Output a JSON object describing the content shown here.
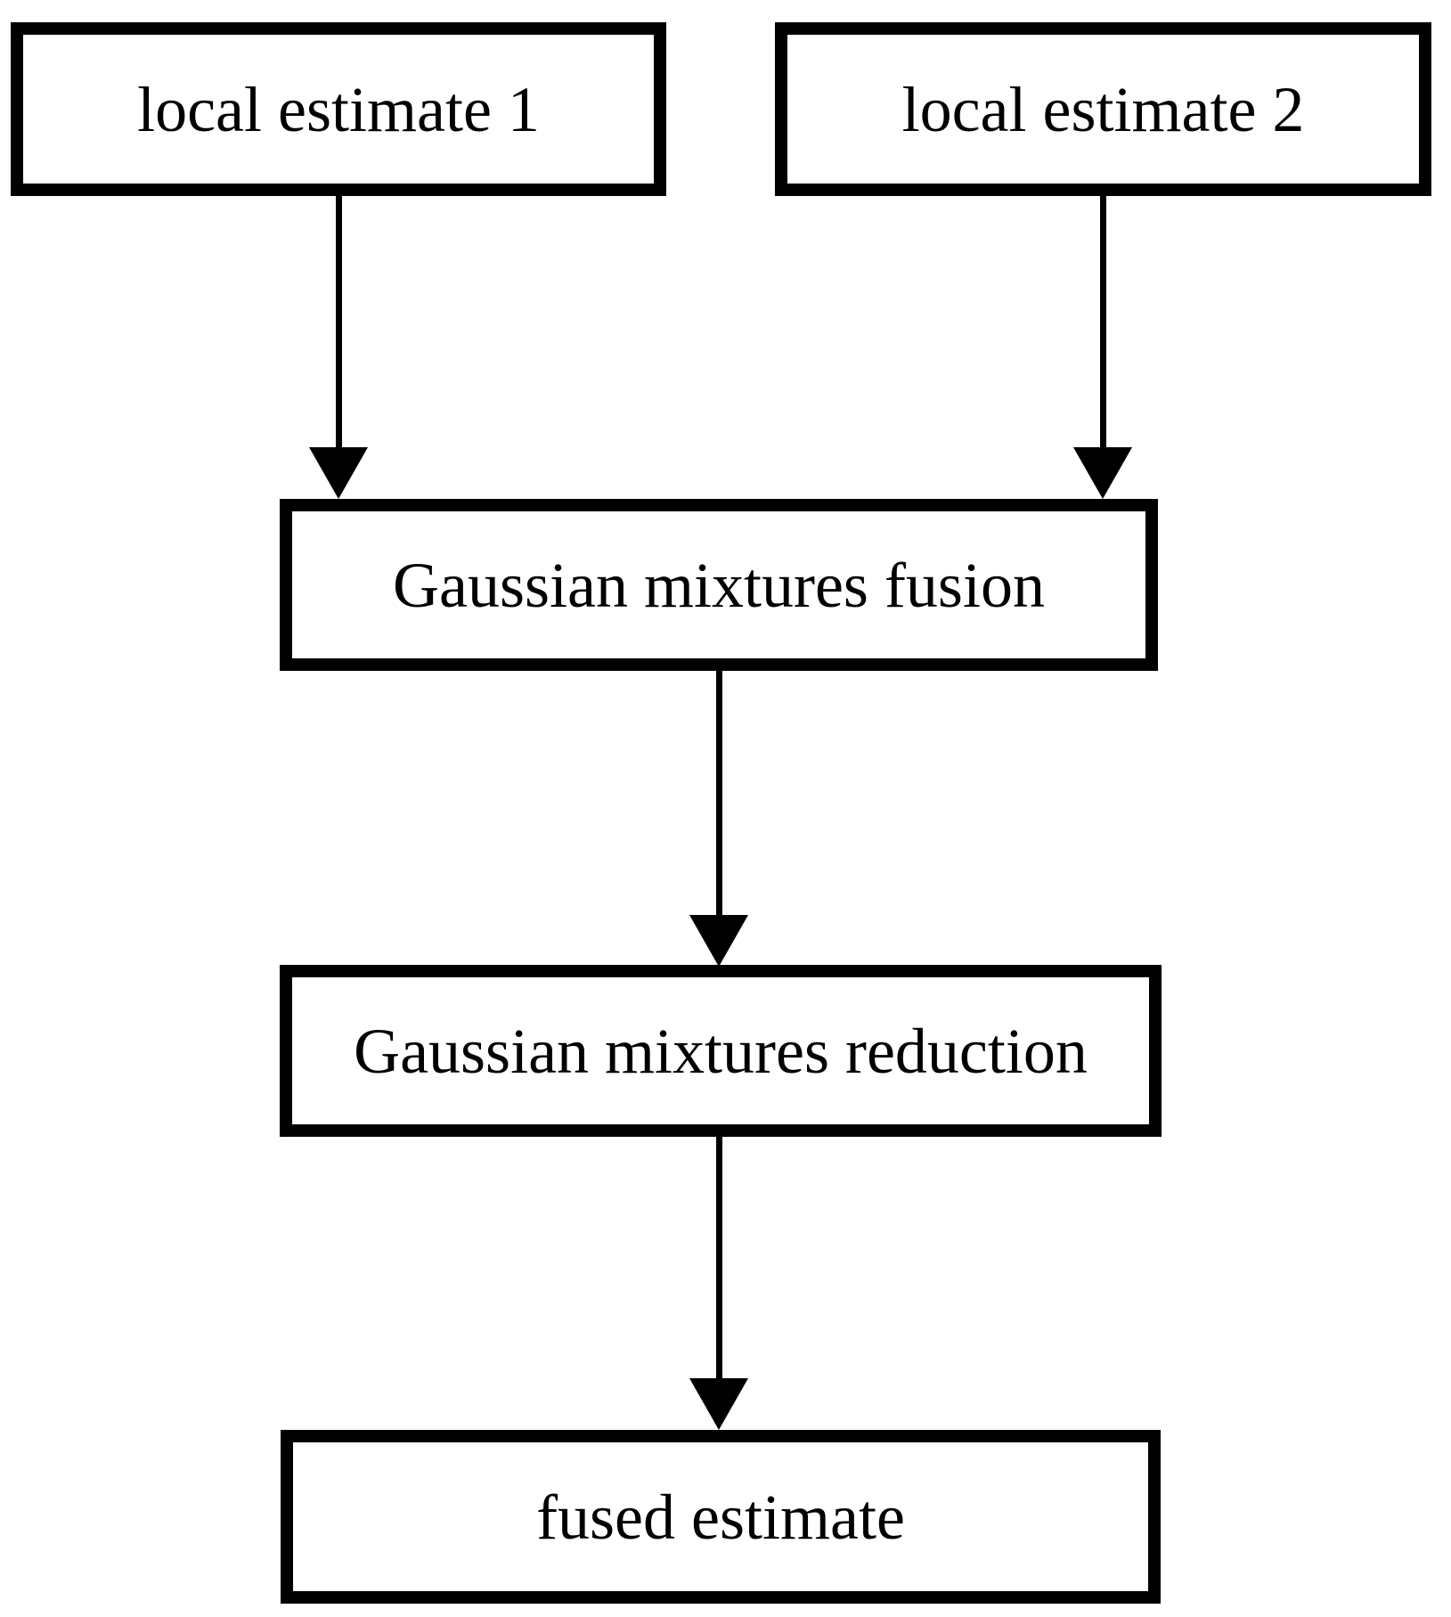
{
  "diagram": {
    "type": "flowchart",
    "background_color": "#ffffff",
    "line_color": "#000000",
    "text_color": "#000000",
    "box_fill_color": "#ffffff",
    "nodes": [
      {
        "id": "local-estimate-1",
        "label": "local estimate 1"
      },
      {
        "id": "local-estimate-2",
        "label": "local estimate 2"
      },
      {
        "id": "gaussian-mixtures-fusion",
        "label": "Gaussian mixtures fusion"
      },
      {
        "id": "gaussian-mixtures-reduction",
        "label": "Gaussian mixtures reduction"
      },
      {
        "id": "fused-estimate",
        "label": "fused estimate"
      }
    ],
    "edges": [
      {
        "from": "local-estimate-1",
        "to": "gaussian-mixtures-fusion",
        "style": "arrow-down"
      },
      {
        "from": "local-estimate-2",
        "to": "gaussian-mixtures-fusion",
        "style": "arrow-down"
      },
      {
        "from": "gaussian-mixtures-fusion",
        "to": "gaussian-mixtures-reduction",
        "style": "arrow-down"
      },
      {
        "from": "gaussian-mixtures-reduction",
        "to": "fused-estimate",
        "style": "arrow-down"
      }
    ]
  }
}
